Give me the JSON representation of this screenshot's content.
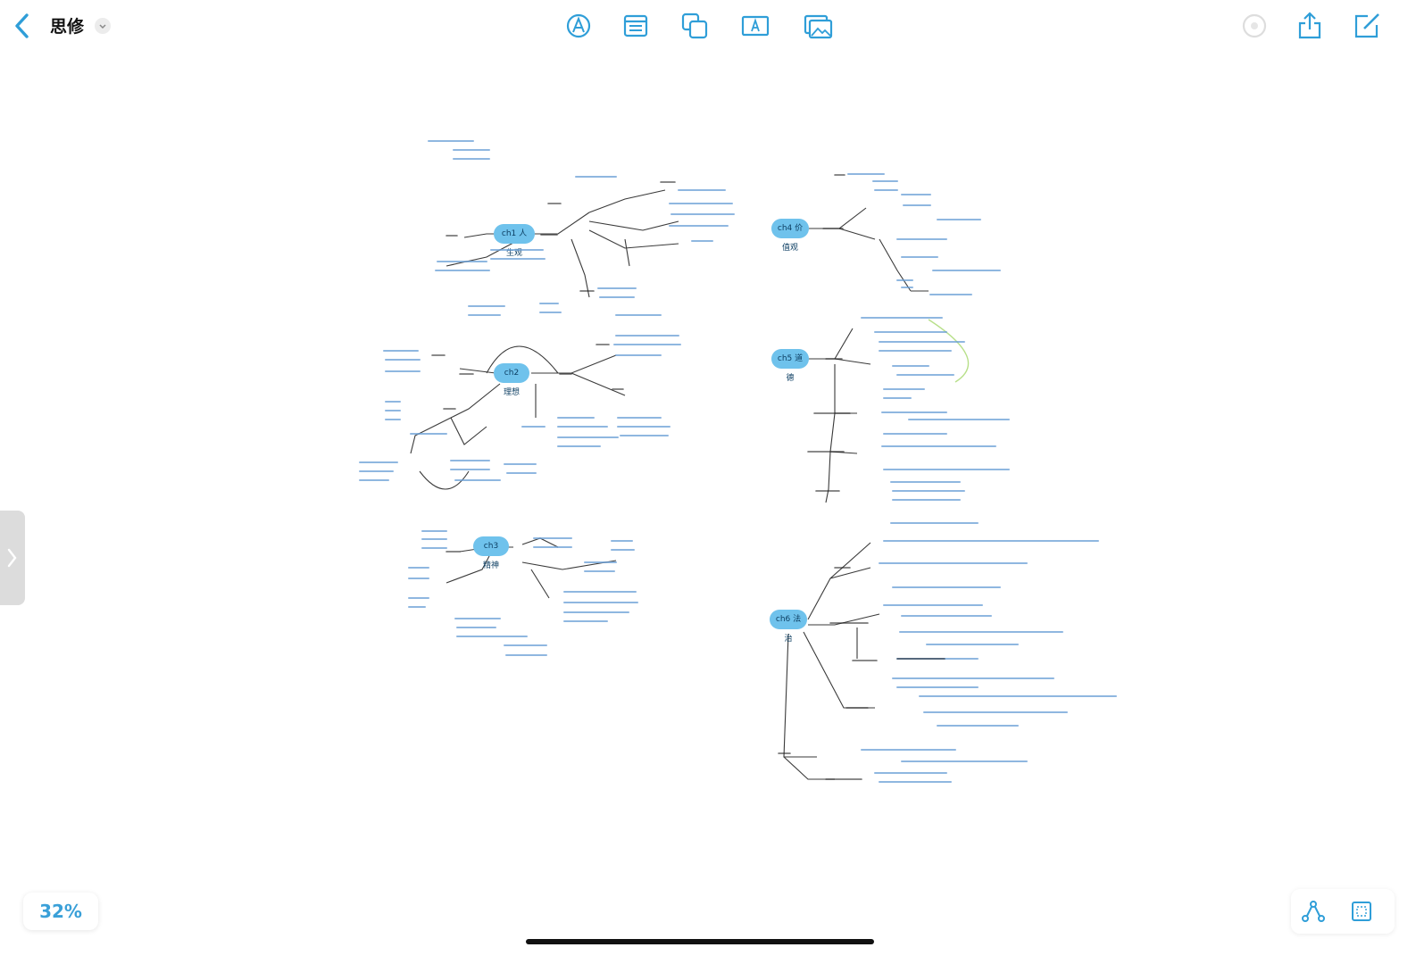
{
  "app": {
    "title": "思修",
    "zoom_label": "32%"
  },
  "toolbar": {
    "left": [
      {
        "name": "back-icon"
      },
      {
        "name": "title-menu-chevron-icon"
      }
    ],
    "center": [
      {
        "name": "pen-tool-icon"
      },
      {
        "name": "outline-view-icon"
      },
      {
        "name": "copy-node-icon"
      },
      {
        "name": "text-box-icon"
      },
      {
        "name": "image-insert-icon"
      }
    ],
    "right": [
      {
        "name": "disabled-action-icon"
      },
      {
        "name": "share-icon"
      },
      {
        "name": "edit-icon"
      }
    ]
  },
  "colors": {
    "accent": "#2f9ed8",
    "node_fill": "#6fc2ec",
    "link": "#3a3a3a",
    "note": "#4f86c9",
    "highlight": "#b8e08a"
  },
  "mindmap": {
    "central_nodes": [
      {
        "label": "ch1 人生观"
      },
      {
        "label": "ch2 理想"
      },
      {
        "label": "ch3 精神"
      },
      {
        "label": "ch4 价值观"
      },
      {
        "label": "ch5 道德"
      },
      {
        "label": "ch6 法治"
      }
    ]
  }
}
